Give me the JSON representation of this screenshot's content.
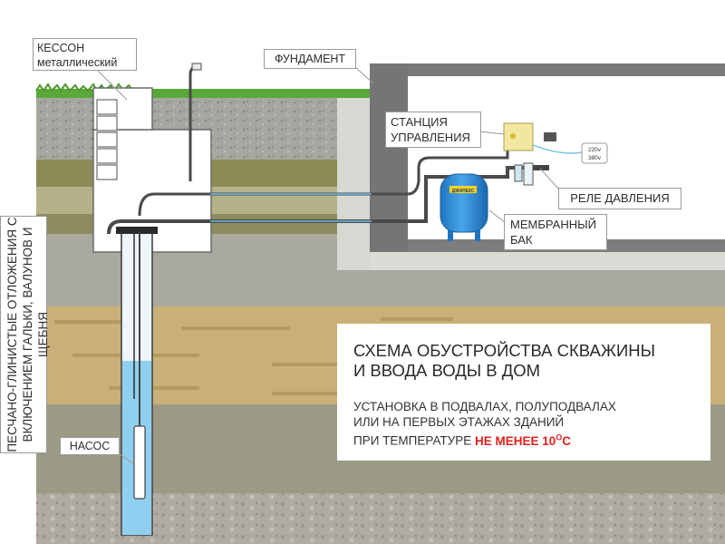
{
  "labels": {
    "caisson": [
      "КЕССОН",
      "металлический"
    ],
    "foundation": "ФУНДАМЕНТ",
    "control_station": [
      "СТАНЦИЯ",
      "УПРАВЛЕНИЯ"
    ],
    "pressure_relay": "РЕЛЕ ДАВЛЕНИЯ",
    "membrane_tank": [
      "МЕМБРАННЫЙ",
      "БАК"
    ],
    "pump": "НАСОС",
    "soil": [
      "ПЕСЧАНО-ГЛИНИСТЫЕ ОТЛОЖЕНИЯ",
      "С ВКЛЮЧЕНИЕМ ГАЛЬКИ, ВАЛУНОВ И ЩЕБНЯ"
    ],
    "voltage": [
      "220v",
      "380v"
    ],
    "tank_brand": "ДЖИЛЕКС"
  },
  "title": {
    "main": [
      "СХЕМА ОБУСТРОЙСТВА СКВАЖИНЫ",
      "И ВВОДА ВОДЫ В ДОМ"
    ],
    "note": [
      "УСТАНОВКА В ПОДВАЛАХ, ПОЛУПОДВАЛАХ",
      "ИЛИ НА ПЕРВЫХ ЭТАЖАХ ЗДАНИЙ"
    ],
    "note_prefix": "ПРИ ТЕМПЕРАТУРЕ ",
    "note_highlight": "НЕ МЕНЕЕ 10",
    "note_superscript": "О",
    "note_suffix": "С"
  },
  "colors": {
    "grass": "#5aa838",
    "topsoil": "#b6b6a8",
    "clay_dark": "#8c8a55",
    "clay_light": "#b3b289",
    "sand": "#c9b078",
    "gravel": "#9a9a85",
    "bedrock": "#b0aba0",
    "water": "#8fd0f0",
    "pipe": "#4a4a4a",
    "tank": "#2f8fd8",
    "highlight": "#e0201c",
    "wall": "#757575"
  }
}
